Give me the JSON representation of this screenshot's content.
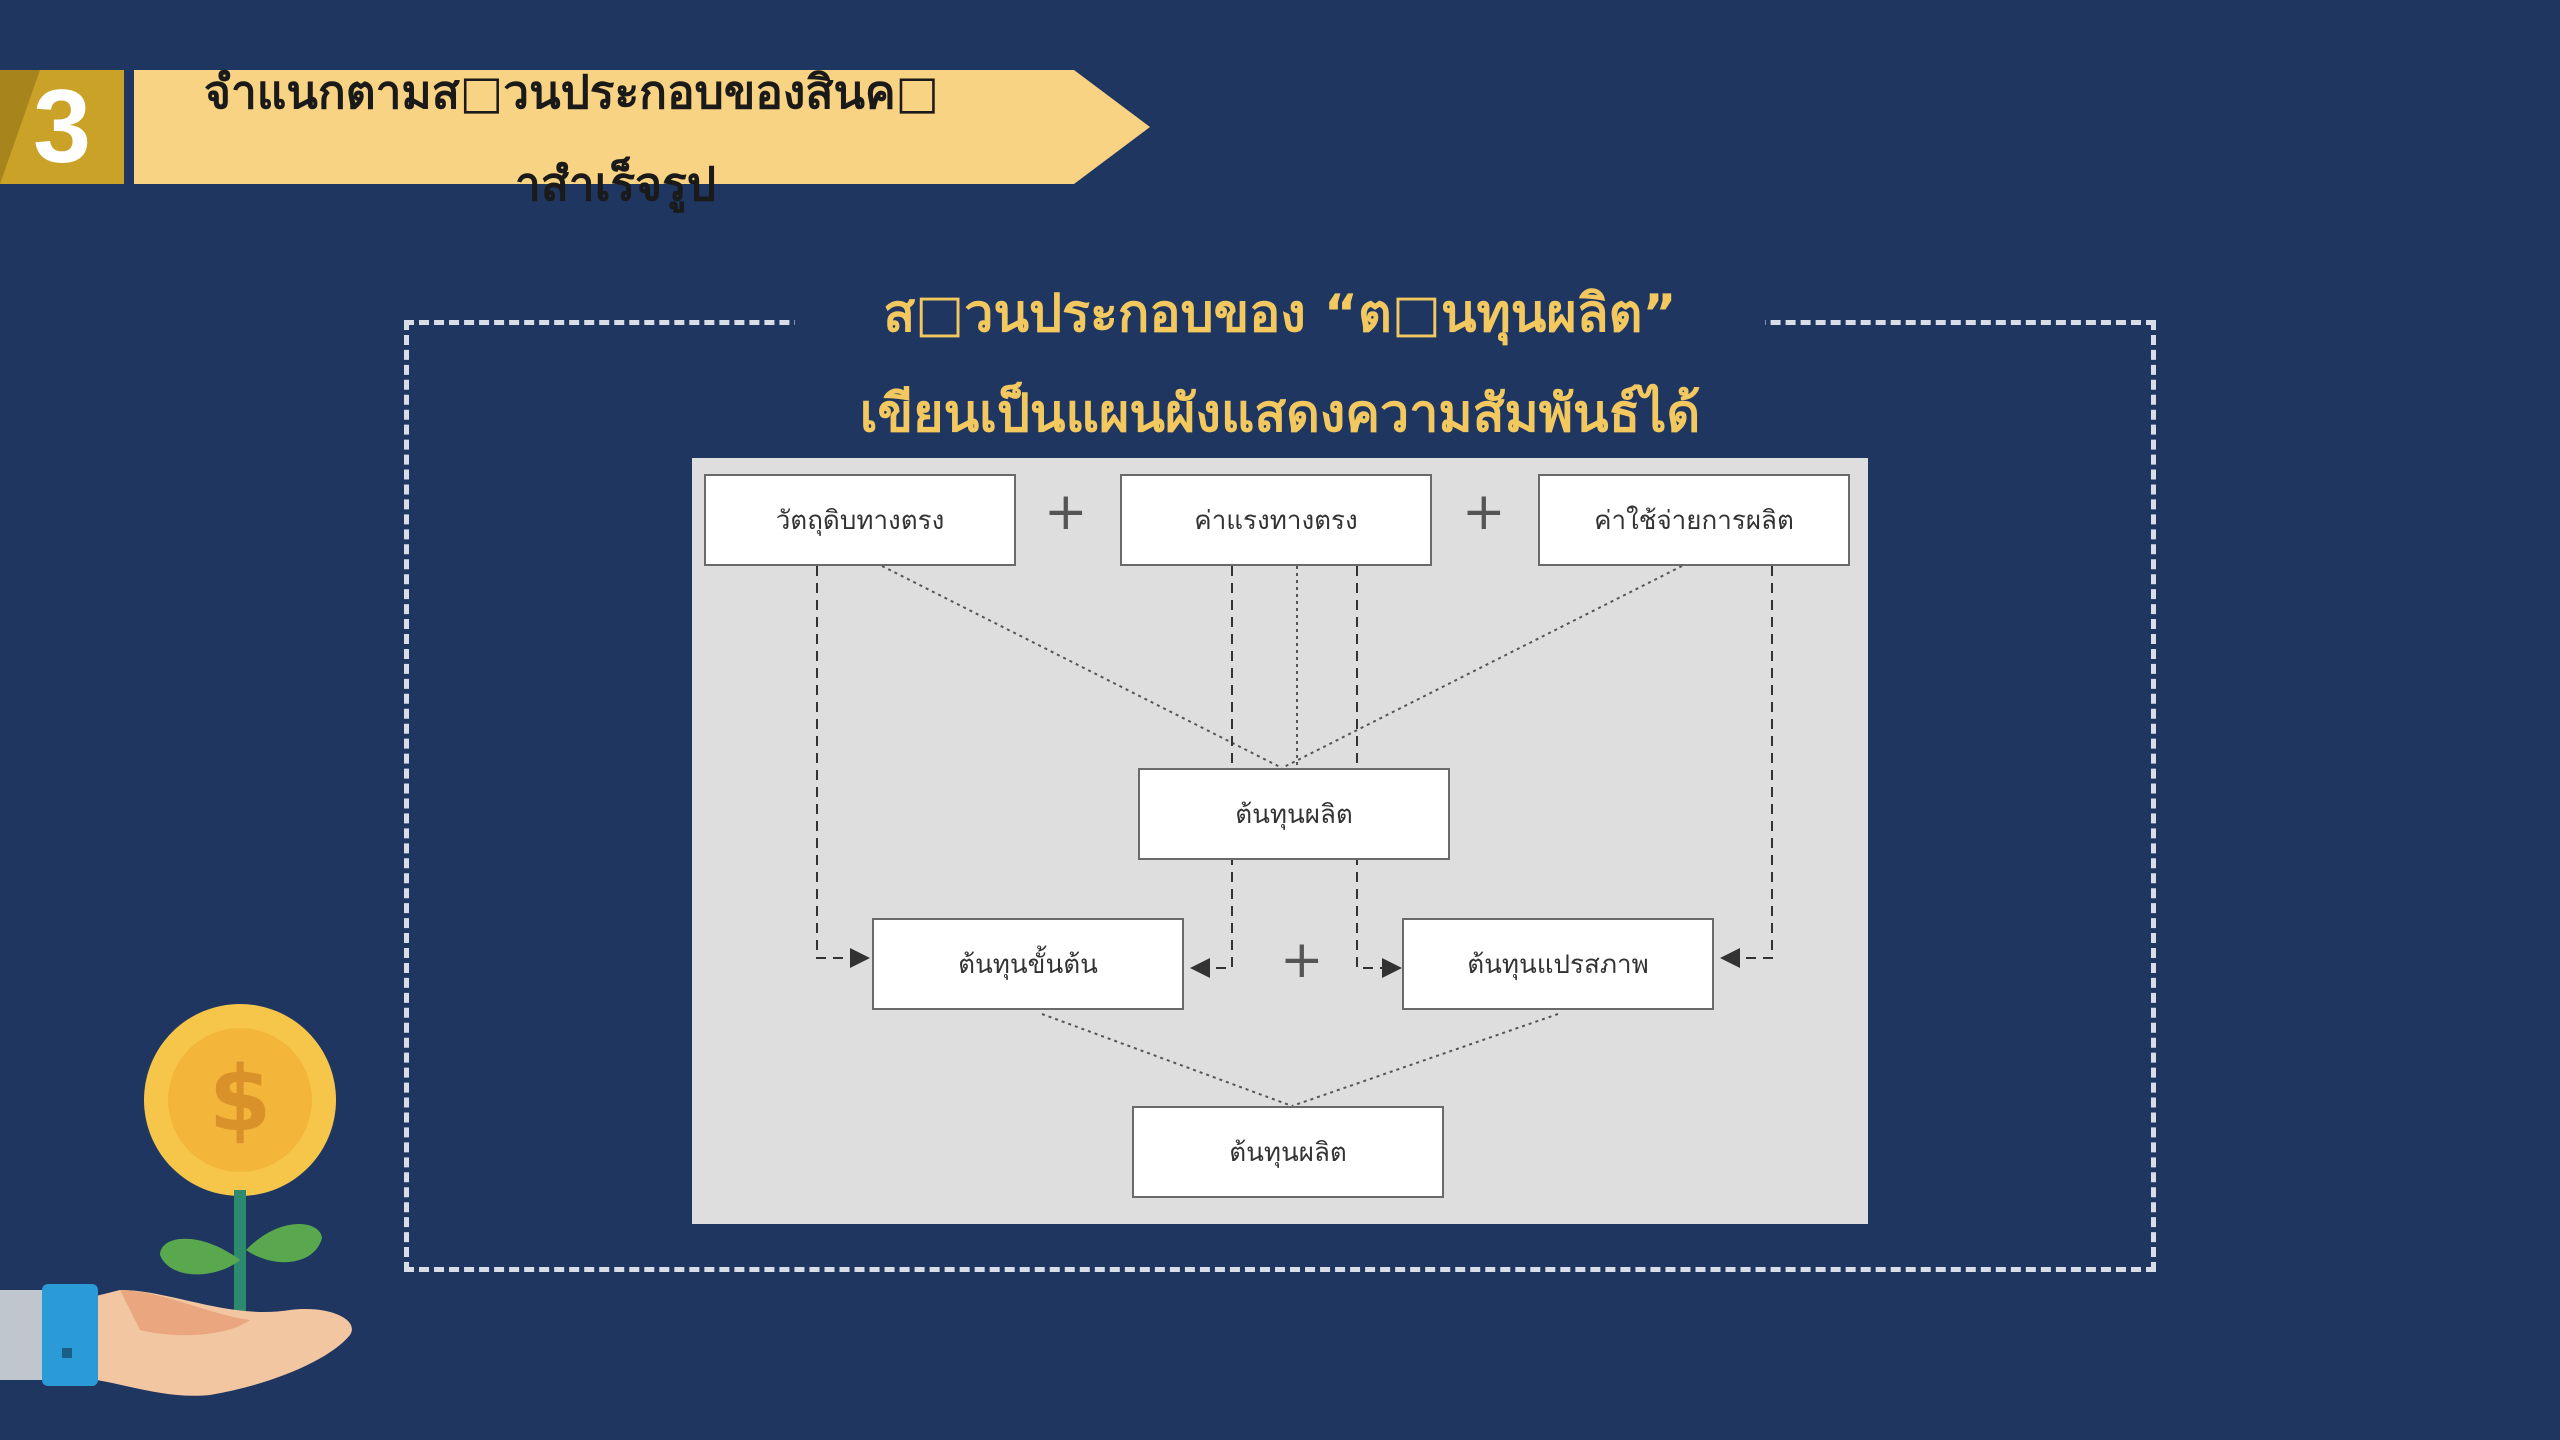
{
  "header": {
    "number": "3",
    "title_line1": "จำแนกตามส□วนประกอบของสินค□",
    "title_line2": "าสำเร็จรูป"
  },
  "section": {
    "heading_line1": "ส□วนประกอบของ “ต□นทุนผลิต”",
    "heading_line2": "เขียนเป็นแผนผังแสดงความสัมพันธ์ได้"
  },
  "diagram": {
    "nodes": {
      "direct_material": "วัตถุดิบทางตรง",
      "direct_labor": "ค่าแรงทางตรง",
      "overhead": "ค่าใช้จ่ายการผลิต",
      "production_cost_mid": "ต้นทุนผลิต",
      "prime_cost": "ต้นทุนขั้นต้น",
      "conversion_cost": "ต้นทุนแปรสภาพ",
      "production_cost_total": "ต้นทุนผลิต"
    },
    "operators": [
      "+",
      "+",
      "+"
    ]
  },
  "colors": {
    "background": "#1f3661",
    "banner": "#f8d383",
    "badge": "#c9a227",
    "heading_text": "#f3c95f",
    "diagram_bg": "#dedede"
  },
  "icons": [
    "money-plant-hand-icon"
  ]
}
